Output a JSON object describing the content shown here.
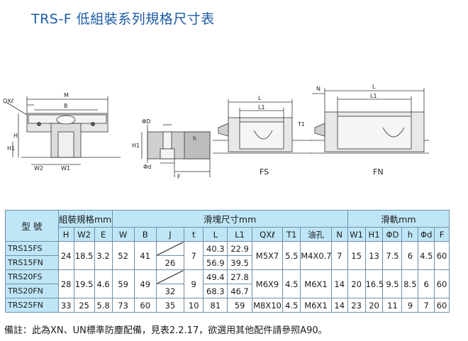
{
  "title": "TRS-F 低組裝系列規格尺寸表",
  "drawing": {
    "front_labels": [
      "QXℓ",
      "M",
      "B",
      "H",
      "W2",
      "W1",
      "H1"
    ],
    "rail_labels": [
      "ΦD",
      "h",
      "H1",
      "Φd",
      "F"
    ],
    "fs_labels": [
      "L",
      "L1",
      "T1"
    ],
    "fn_labels": [
      "N",
      "L",
      "L1"
    ],
    "fs_caption": "FS",
    "fn_caption": "FN"
  },
  "table": {
    "model_header": "型 號",
    "groups": [
      "組裝規格mm",
      "滑塊尺寸mm",
      "滑軌mm"
    ],
    "headers": [
      "H",
      "W2",
      "E",
      "W",
      "B",
      "J",
      "t",
      "L",
      "L1",
      "QXℓ",
      "T1",
      "油孔",
      "N",
      "W1",
      "H1",
      "ΦD",
      "h",
      "Φd",
      "F"
    ],
    "models": [
      "TRS15FS",
      "TRS15FN",
      "TRS20FS",
      "TRS20FN",
      "TRS25FN"
    ],
    "rows": [
      {
        "H": "24",
        "W2": "18.5",
        "E": "3.2",
        "W": "52",
        "B": "41",
        "J": "26",
        "t": "7",
        "L": [
          "40.3",
          "56.9"
        ],
        "L1": [
          "22.9",
          "39.5"
        ],
        "QXl": "M5X7",
        "T1": "5.5",
        "oil": "M4X0.7",
        "N": "7",
        "W1": "15",
        "H1r": "13",
        "D": "7.5",
        "h": "6",
        "d": "4.5",
        "F": "60"
      },
      {
        "H": "28",
        "W2": "19.5",
        "E": "4.6",
        "W": "59",
        "B": "49",
        "J": "32",
        "t": "9",
        "L": [
          "49.4",
          "68.3"
        ],
        "L1": [
          "27.8",
          "46.7"
        ],
        "QXl": "M6X9",
        "T1": "4.5",
        "oil": "M6X1",
        "N": "14",
        "W1": "20",
        "H1r": "16.5",
        "D": "9.5",
        "h": "8.5",
        "d": "6",
        "F": "60"
      },
      {
        "H": "33",
        "W2": "25",
        "E": "5.8",
        "W": "73",
        "B": "60",
        "J": "35",
        "t": "10",
        "L": "81",
        "L1": "59",
        "QXl": "M8X10",
        "T1": "4.5",
        "oil": "M6X1",
        "N": "14",
        "W1": "23",
        "H1r": "20",
        "D": "11",
        "h": "9",
        "d": "7",
        "F": "60"
      }
    ]
  },
  "note": "備註：此為XN、UN標準防塵配備，見表2.2.17，欲選用其他配件請參照A90。"
}
